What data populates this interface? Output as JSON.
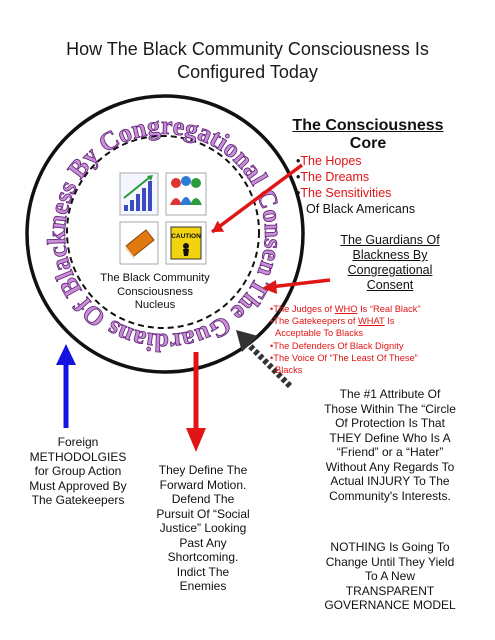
{
  "title": {
    "line1": "How The Black Community Consciousness Is",
    "line2": "Configured Today"
  },
  "ring_text": "The Guardians Of Blackness By Congregational Consent",
  "nucleus": {
    "line1": "The Black Community",
    "line2": "Consciousness",
    "line3": "Nucleus",
    "icons": [
      "growth-chart-icon",
      "people-group-icon",
      "book-icon",
      "caution-sign-icon"
    ],
    "caution_text": "CAUTION"
  },
  "core": {
    "heading_line1": "The Consciousness",
    "heading_line2": "Core",
    "items": [
      "The Hopes",
      "The Dreams",
      "The Sensitivities"
    ],
    "tail": "Of Black Americans",
    "bullet": "•"
  },
  "guardians": {
    "heading_line1": "The Guardians Of",
    "heading_line2": "Blackness By",
    "heading_line3": "Congregational",
    "heading_line4": "Consent",
    "item1_a": "The Judges of ",
    "item1_b": "WHO",
    "item1_c": " Is “Real Black”",
    "item2_a": "The Gatekeepers of ",
    "item2_b": "WHAT",
    "item2_c": " Is",
    "item2_d": "Acceptable To Blacks",
    "item3": "The Defenders Of Black Dignity",
    "item4_a": "The Voice Of “The Least Of These”",
    "item4_b": "Blacks"
  },
  "foreign": {
    "lines": [
      "Foreign",
      "METHODOLGIES",
      "for  Group Action",
      "Must Approved By",
      "The Gatekeepers"
    ]
  },
  "forward": {
    "lines": [
      "They Define The",
      "Forward Motion.",
      "Defend The",
      "Pursuit Of “Social",
      "Justice” Looking",
      "Past Any",
      "Shortcoming.",
      "Indict The",
      "Enemies"
    ]
  },
  "attribute": {
    "lines": [
      "The #1 Attribute Of",
      "Those Within The “Circle",
      "Of Protection Is That",
      "THEY Define Who Is A",
      "“Friend” or a “Hater”",
      "Without Any Regards To",
      "Actual INJURY To The",
      "Community's Interests."
    ]
  },
  "nothing": {
    "lines": [
      "NOTHING Is Going To",
      "Change Until They Yield",
      "To A New",
      "TRANSPARENT",
      "GOVERNANCE MODEL"
    ]
  },
  "colors": {
    "red": "#e01515",
    "blue": "#1414e0",
    "ring_fill": "#c98fd6",
    "ring_stroke": "#5a1b73",
    "dark_arrow": "#333333"
  }
}
